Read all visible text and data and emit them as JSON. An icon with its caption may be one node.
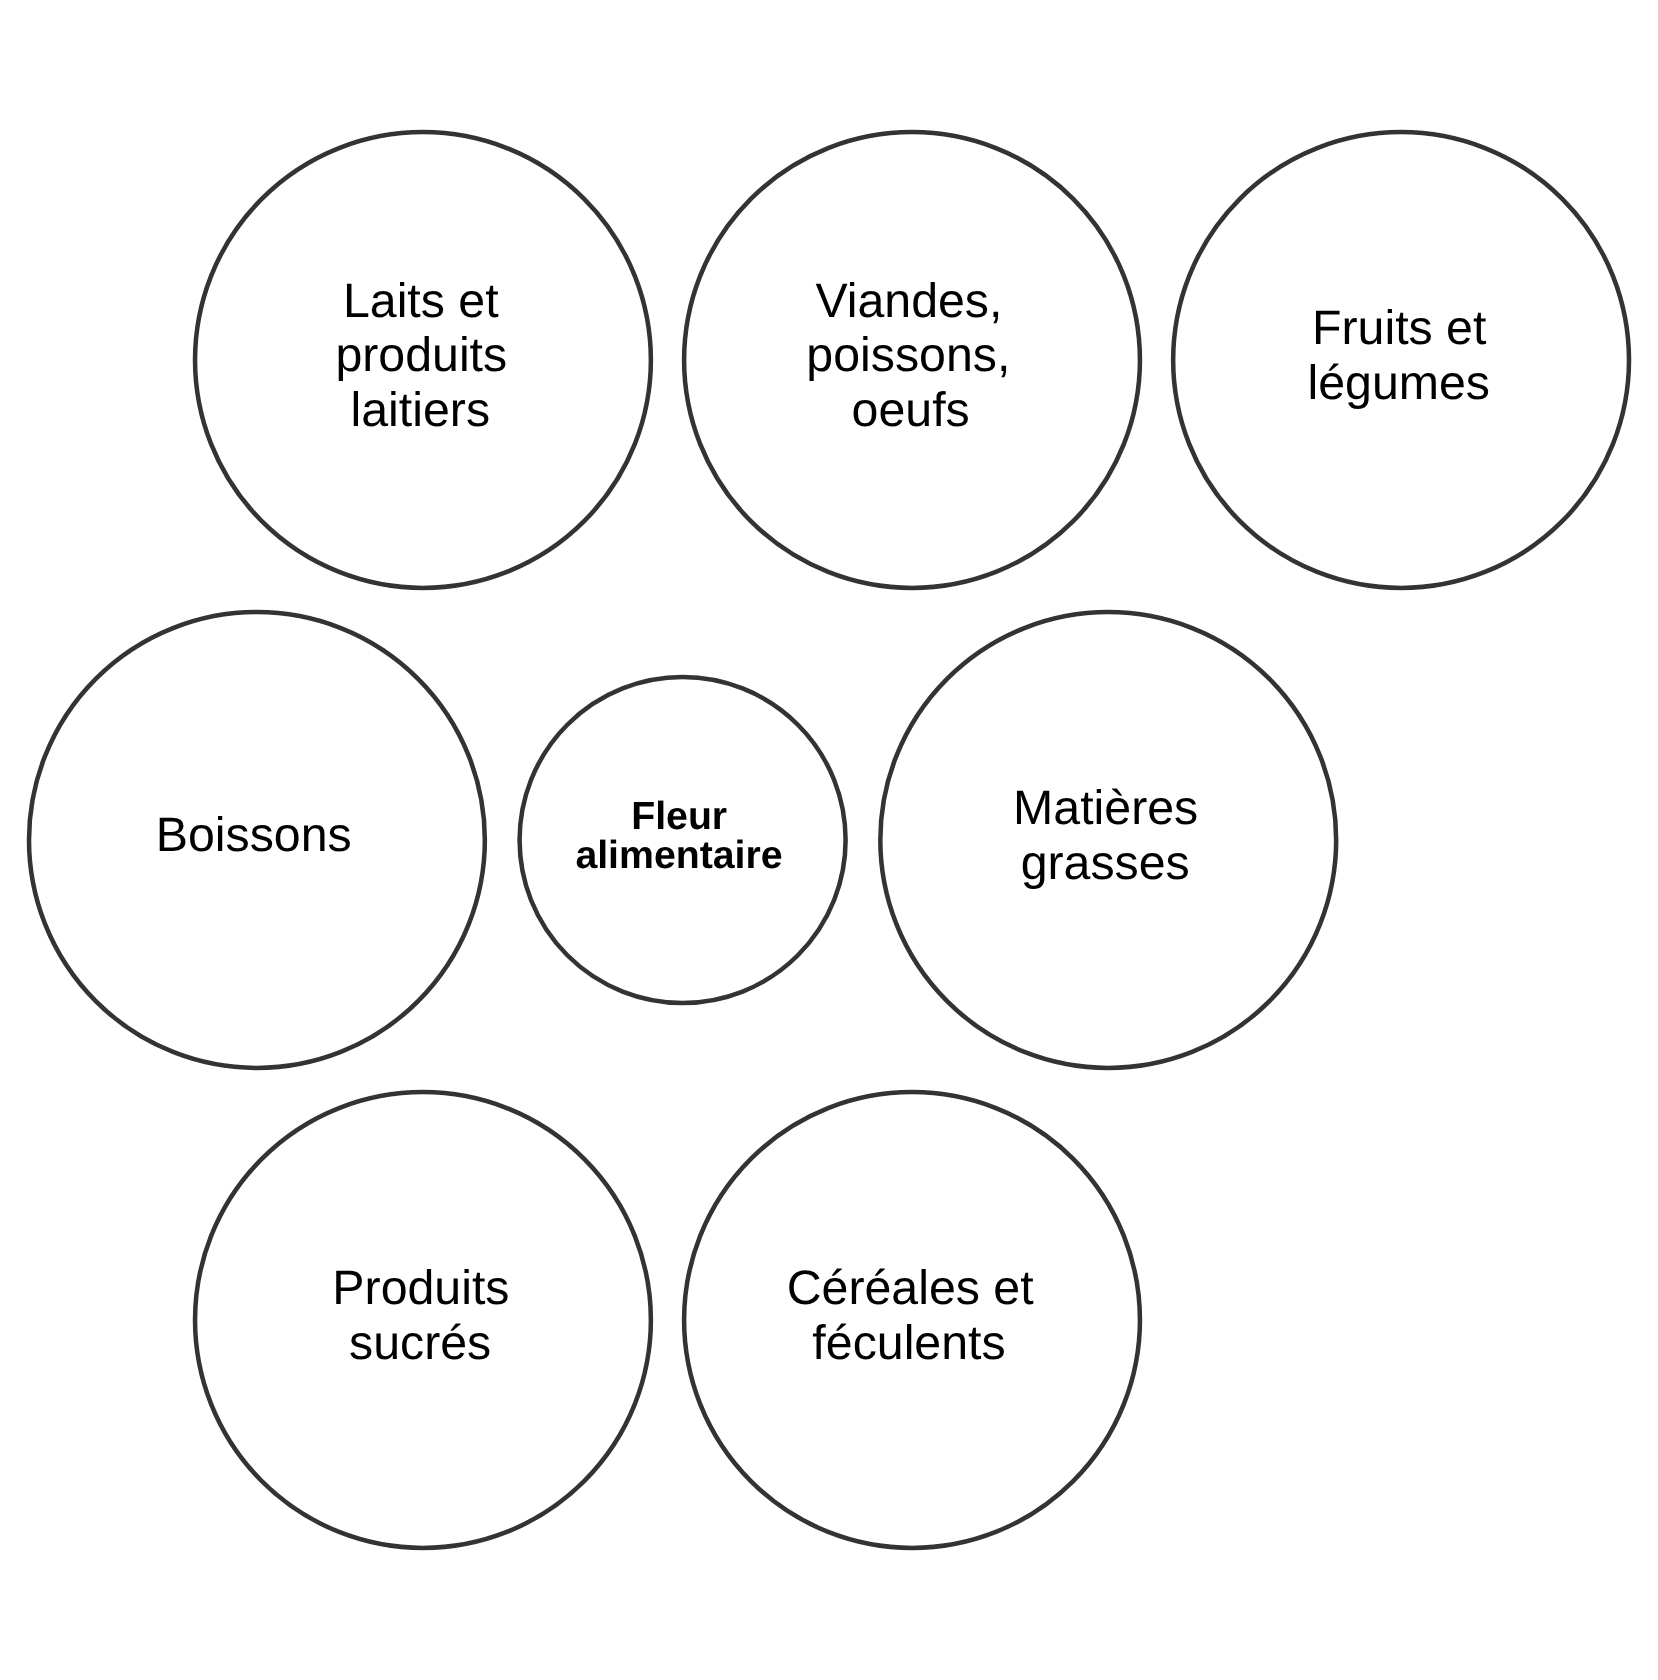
{
  "diagram": {
    "nodes": [
      {
        "text": [
          "Viandes, poissons, oeufs"
        ]
      },
      {
        "text": [
          "Laits et produits laitiers"
        ]
      },
      {
        "text": [
          "Fruits et légumes"
        ]
      },
      {
        "text": [
          "Boissons"
        ]
      },
      {
        "text": [
          "Fleur alimentaire"
        ]
      },
      {
        "text": [
          "Matières grasses"
        ]
      },
      {
        "text": [
          "Produits sucrés"
        ]
      },
      {
        "text": [
          "Céréales et féculents"
        ]
      }
    ]
  }
}
